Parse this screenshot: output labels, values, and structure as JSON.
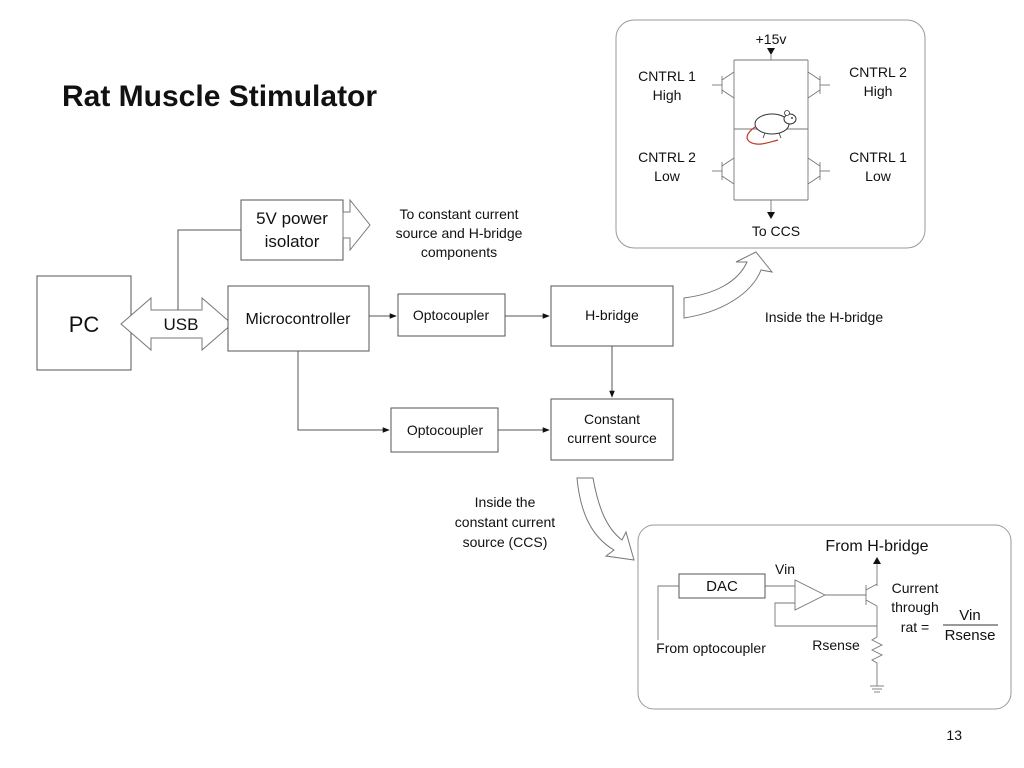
{
  "slide": {
    "title": "Rat Muscle Stimulator",
    "page_number": "13"
  },
  "blocks": {
    "pc": "PC",
    "usb": "USB",
    "power_isolator_line1": "5V power",
    "power_isolator_line2": "isolator",
    "microcontroller": "Microcontroller",
    "optocoupler_top": "Optocoupler",
    "optocoupler_bottom": "Optocoupler",
    "hbridge": "H-bridge",
    "ccs_line1": "Constant",
    "ccs_line2": "current source"
  },
  "annotations": {
    "power_dest_line1": "To constant current",
    "power_dest_line2": "source and H-bridge",
    "power_dest_line3": "components",
    "inside_hbridge": "Inside the H-bridge",
    "inside_ccs_line1": "Inside the",
    "inside_ccs_line2": "constant current",
    "inside_ccs_line3": "source (CCS)"
  },
  "hbridge_detail": {
    "supply": "+15v",
    "q1_line1": "CNTRL 1",
    "q1_line2": "High",
    "q2_line1": "CNTRL 2",
    "q2_line2": "High",
    "q3_line1": "CNTRL 2",
    "q3_line2": "Low",
    "q4_line1": "CNTRL 1",
    "q4_line2": "Low",
    "output": "To CCS"
  },
  "ccs_detail": {
    "from_hbridge": "From H-bridge",
    "dac": "DAC",
    "vin": "Vin",
    "from_optocoupler": "From optocoupler",
    "rsense": "Rsense",
    "current_line1": "Current",
    "current_line2": "through",
    "current_line3": "rat =",
    "numerator": "Vin",
    "denominator": "Rsense"
  }
}
